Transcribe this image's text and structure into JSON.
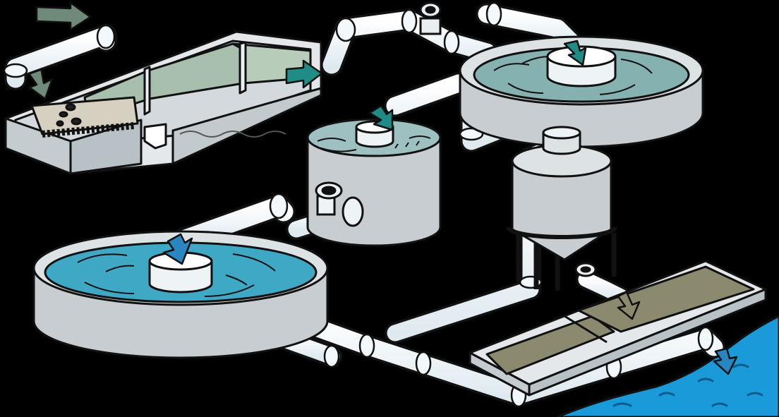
{
  "diagram": {
    "title": "",
    "stages": [
      "screening-and-grit-channel",
      "primary-clarifier",
      "aeration-tank",
      "secondary-clarifier",
      "sludge-digester",
      "sludge-drying-bed",
      "receiving-water"
    ]
  },
  "colors": {
    "background": "#000000",
    "outline": "#1a1a1a",
    "tank_gray": "#c7cdd1",
    "tank_light": "#dde2e5",
    "pipe_white": "#f2f8fb",
    "water_green_gray": "#9fb5ac",
    "water_teal": "#86b1b1",
    "water_blue": "#3fa8c4",
    "sludge_brown": "#8c8a6e",
    "flow_arrow_green": "#6f8a78",
    "flow_arrow_teal": "#1f8c86",
    "flow_arrow_blue": "#2a86c0",
    "river_blue": "#1a9ad8"
  },
  "icons": [
    "flow-arrow-icon",
    "valve-icon",
    "weir-icon"
  ]
}
